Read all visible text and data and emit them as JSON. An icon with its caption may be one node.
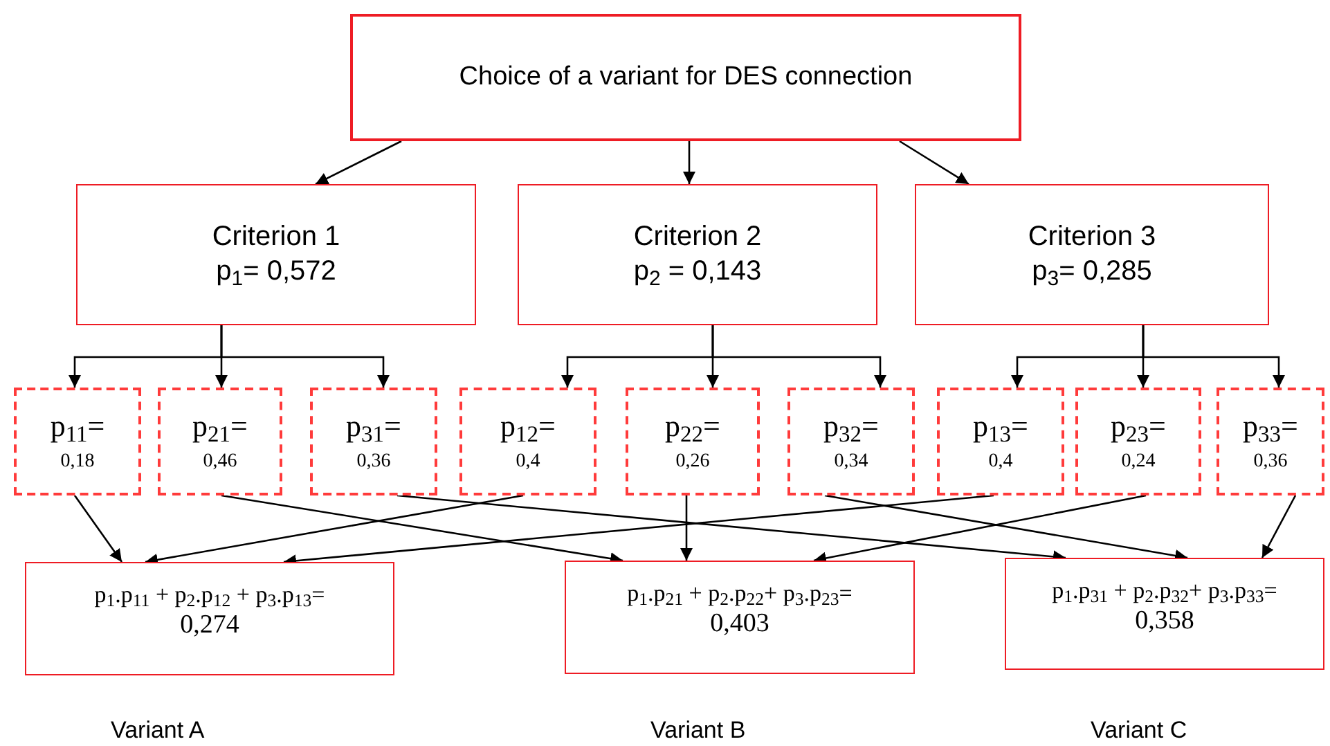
{
  "diagram": {
    "nodes": [
      {
        "text": [
          "Choice of a variant for DES connection"
        ]
      },
      {
        "text": [
          "Criterion 1",
          "p$_{1}$= 0,572"
        ]
      },
      {
        "text": [
          "Criterion 2",
          "p$_{2}$ = 0,143"
        ]
      },
      {
        "text": [
          "Criterion 3",
          "p$_{3}$= 0,285"
        ]
      },
      {
        "text": [
          "p$_{11}$=",
          "0,18"
        ]
      },
      {
        "text": [
          "p$_{21}$=",
          "0,46"
        ]
      },
      {
        "text": [
          "p$_{31}$=",
          "0,36"
        ]
      },
      {
        "text": [
          "p$_{12}$=",
          "0,4"
        ]
      },
      {
        "text": [
          "p$_{22}$=",
          "0,26"
        ]
      },
      {
        "text": [
          "p$_{32}$=",
          "0,34"
        ]
      },
      {
        "text": [
          "p$_{13}$=",
          "0,4"
        ]
      },
      {
        "text": [
          "p$_{23}$=",
          "0,24"
        ]
      },
      {
        "text": [
          "p$_{33}$=",
          "0,36"
        ]
      },
      {
        "text": [
          "p$_{1}$.p$_{11}$ + p$_{2}$.p$_{12}$ + p$_{3}$.p$_{13}$=",
          "0,274"
        ],
        "beside": [
          "Variant A"
        ]
      },
      {
        "text": [
          "p$_{1}$.p$_{21}$ + p$_{2}$.p$_{22}$+ p$_{3}$.p$_{23}$=",
          "0,403"
        ],
        "beside": [
          "Variant B"
        ]
      },
      {
        "text": [
          "p$_{1}$.p$_{31}$ + p$_{2}$.p$_{32}$+ p$_{3}$.p$_{33}$=",
          "0,358"
        ],
        "beside": [
          "Variant C"
        ]
      }
    ],
    "edges": [
      {
        "from": 0,
        "to": 1,
        "arrow": "to"
      },
      {
        "from": 0,
        "to": 2,
        "arrow": "to"
      },
      {
        "from": 0,
        "to": 3,
        "arrow": "to"
      },
      {
        "from": 1,
        "to": 4,
        "arrow": "to"
      },
      {
        "from": 1,
        "to": 5,
        "arrow": "to"
      },
      {
        "from": 1,
        "to": 6,
        "arrow": "to"
      },
      {
        "from": 2,
        "to": 7,
        "arrow": "to"
      },
      {
        "from": 2,
        "to": 8,
        "arrow": "to"
      },
      {
        "from": 2,
        "to": 9,
        "arrow": "to"
      },
      {
        "from": 3,
        "to": 10,
        "arrow": "to"
      },
      {
        "from": 3,
        "to": 11,
        "arrow": "to"
      },
      {
        "from": 3,
        "to": 12,
        "arrow": "to"
      },
      {
        "from": 4,
        "to": 13,
        "arrow": "to"
      },
      {
        "from": 5,
        "to": 14,
        "arrow": "to"
      },
      {
        "from": 6,
        "to": 15,
        "arrow": "to"
      },
      {
        "from": 7,
        "to": 13,
        "arrow": "to"
      },
      {
        "from": 8,
        "to": 14,
        "arrow": "to"
      },
      {
        "from": 9,
        "to": 15,
        "arrow": "to"
      },
      {
        "from": 10,
        "to": 13,
        "arrow": "to"
      },
      {
        "from": 11,
        "to": 14,
        "arrow": "to"
      },
      {
        "from": 12,
        "to": 15,
        "arrow": "to"
      }
    ]
  }
}
